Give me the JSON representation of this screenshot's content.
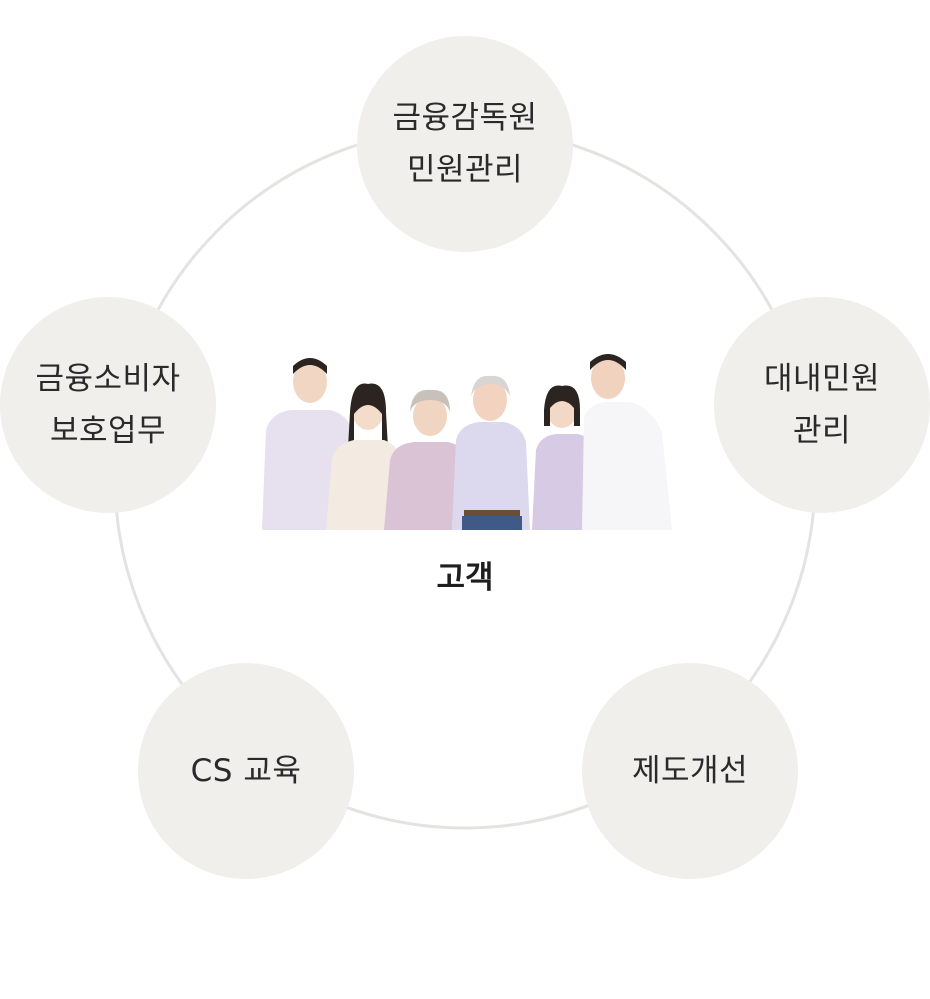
{
  "center": {
    "label": "고객"
  },
  "nodes": {
    "top": {
      "line1": "금융감독원",
      "line2": "민원관리"
    },
    "left": {
      "line1": "금융소비자",
      "line2": "보호업무"
    },
    "right": {
      "line1": "대내민원",
      "line2": "관리"
    },
    "bottom_left": {
      "line1": "CS 교육"
    },
    "bottom_right": {
      "line1": "제도개선"
    }
  },
  "colors": {
    "node_fill": "#f0efec",
    "ring": "#e4e3e1",
    "text": "#2a2a2a"
  },
  "icons": {
    "center_image": "family-photo"
  }
}
